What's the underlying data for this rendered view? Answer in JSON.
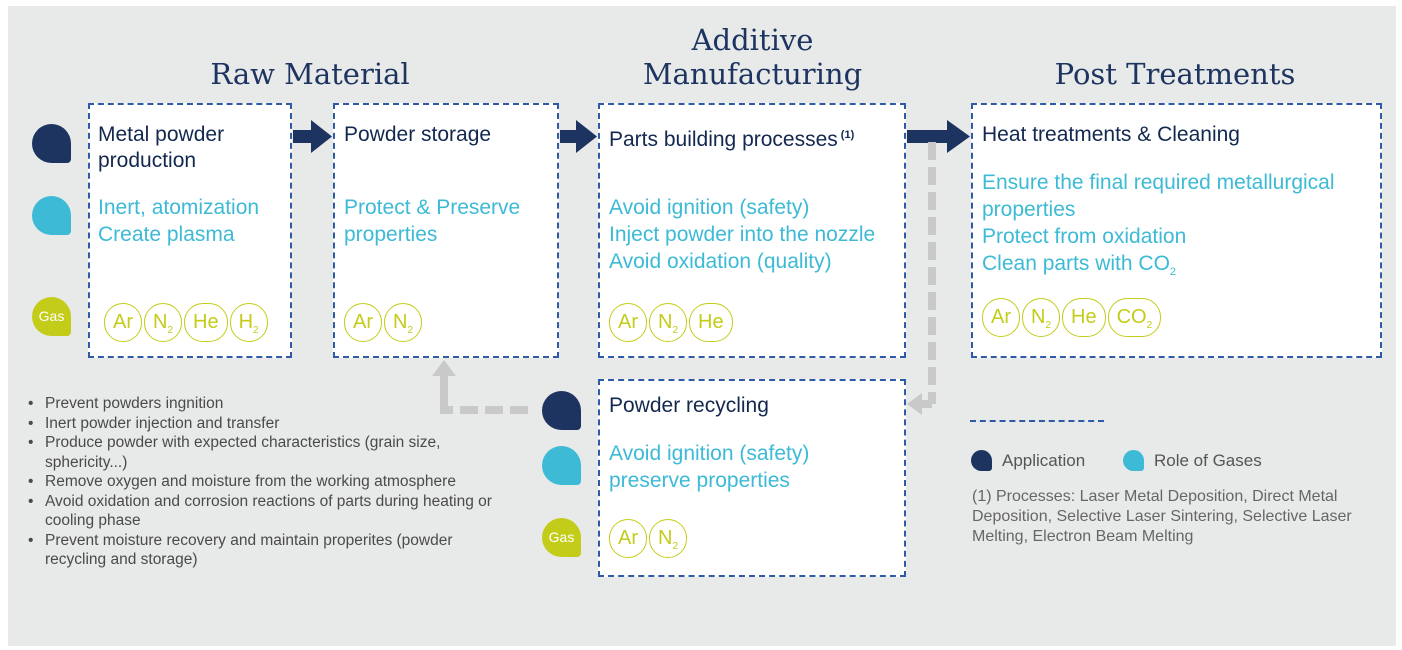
{
  "stages": {
    "raw_material": "Raw Material",
    "additive_line1": "Additive",
    "additive_line2": "Manufacturing",
    "post_treatments": "Post Treatments"
  },
  "icons": {
    "gas_label": "Gas",
    "application_color": "#1d3461",
    "role_color": "#3cbad6",
    "gas_color": "#c4cc1a"
  },
  "boxes": {
    "metal_powder": {
      "title_line1": "Metal powder",
      "title_line2": "production",
      "role_line1": "Inert, atomization",
      "role_line2": "Create plasma",
      "gases": [
        "Ar",
        "N",
        "2",
        "He",
        "H",
        "2"
      ]
    },
    "powder_storage": {
      "title": "Powder storage",
      "role_line1": "Protect & Preserve",
      "role_line2": "properties",
      "gases": [
        "Ar",
        "N",
        "2"
      ]
    },
    "parts_building": {
      "title": "Parts building processes",
      "title_note": "(1)",
      "role_line1": "Avoid ignition (safety)",
      "role_line2": "Inject powder into the nozzle",
      "role_line3": "Avoid oxidation (quality)",
      "gases": [
        "Ar",
        "N",
        "2",
        "He"
      ]
    },
    "heat_treatments": {
      "title": "Heat treatments & Cleaning",
      "role_line1": "Ensure the final required metallurgical",
      "role_line2": "properties",
      "role_line3": "Protect from oxidation",
      "role_line4": "Clean parts with CO",
      "role_line4_sub": "2",
      "gases": [
        "Ar",
        "N",
        "2",
        "He",
        "CO",
        "2"
      ]
    },
    "powder_recycling": {
      "title": "Powder recycling",
      "role_line1": "Avoid ignition (safety)",
      "role_line2": "preserve properties",
      "gases": [
        "Ar",
        "N",
        "2"
      ]
    }
  },
  "bullets": [
    "Prevent powders ingnition",
    "Inert powder injection and transfer",
    "Produce powder with expected characteristics (grain size, sphericity...)",
    "Remove oxygen and moisture from the working atmosphere",
    "Avoid oxidation and corrosion reactions of parts during heating or cooling phase",
    "Prevent moisture recovery and maintain properites (powder recycling and storage)"
  ],
  "legend": {
    "application": "Application",
    "role_of_gases": "Role of Gases",
    "footnote": "(1) Processes: Laser Metal Deposition, Direct Metal Deposition, Selective Laser Sintering, Selective Laser Melting, Electron Beam Melting"
  }
}
